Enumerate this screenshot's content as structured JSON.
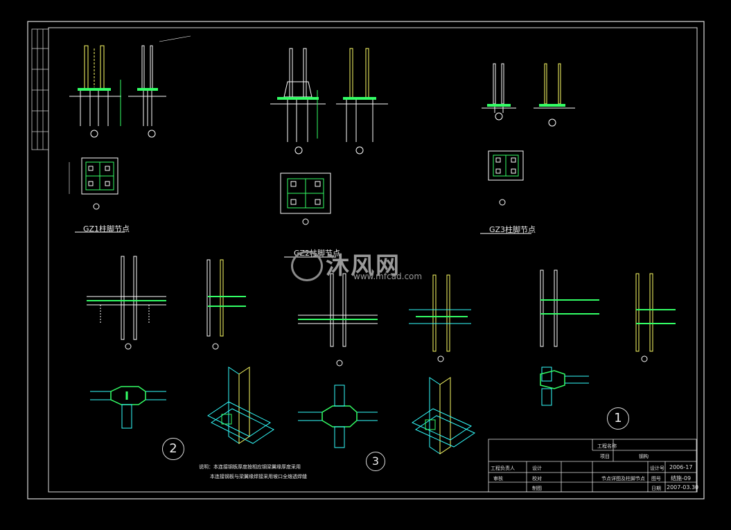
{
  "details": {
    "gz1": "GZ1柱脚节点",
    "gz2": "GZ2柱脚节点",
    "gz3": "GZ3柱脚节点",
    "node1": "1",
    "node2": "2",
    "node3": "3"
  },
  "notes": {
    "line1": "说明：本连接钢板厚度按相应钢梁翼缘厚度采用",
    "line2": "本连接钢板与梁翼缘焊接采用坡口全熔透焊缝"
  },
  "title_block": {
    "project_label": "工程名称",
    "item_label": "项目",
    "item_value": "钢构",
    "chief_engineer": "工程负责人",
    "designer": "设计",
    "reviewer": "审核",
    "checker": "校对",
    "drawer": "制图",
    "drawing_title": "节点详图及柱脚节点",
    "project_no_label": "设计号",
    "project_no": "2006-17",
    "sheet_no_label": "图号",
    "sheet_no": "结施-09",
    "date_label": "日期",
    "date": "2007-03.30"
  },
  "watermark": {
    "brand": "沐风网",
    "url": "www.mfcad.com"
  },
  "colors": {
    "background": "#000000",
    "line": "#ffffff",
    "column": "#ffff66",
    "plate": "#33ff66",
    "beam": "#33ffff"
  }
}
